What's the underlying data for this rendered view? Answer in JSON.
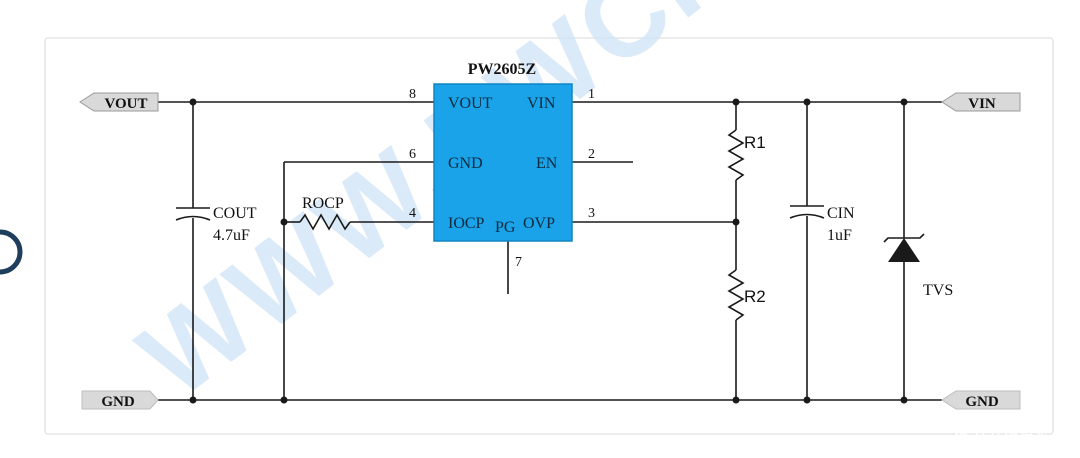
{
  "chip": {
    "name": "PW2605Z",
    "pins": {
      "vout": "VOUT",
      "vin": "VIN",
      "gnd": "GND",
      "en": "EN",
      "iocp": "IOCP",
      "pg": "PG",
      "ovp": "OVP"
    },
    "pin_numbers": {
      "p1": "1",
      "p2": "2",
      "p3": "3",
      "p4": "4",
      "p6": "6",
      "p7": "7",
      "p8": "8"
    },
    "fill_color": "#1aa3e8"
  },
  "ports": {
    "vout": "VOUT",
    "vin": "VIN",
    "gnd_left": "GND",
    "gnd_right": "GND"
  },
  "components": {
    "cout": {
      "name": "COUT",
      "value": "4.7uF"
    },
    "cin": {
      "name": "CIN",
      "value": "1uF"
    },
    "rocp": {
      "name": "ROCP"
    },
    "r1": {
      "name": "R1"
    },
    "r2": {
      "name": "R2"
    },
    "tvs": {
      "name": "TVS"
    }
  },
  "watermark": "WWW.PWCHIP.",
  "credit": "值 什么值得买"
}
